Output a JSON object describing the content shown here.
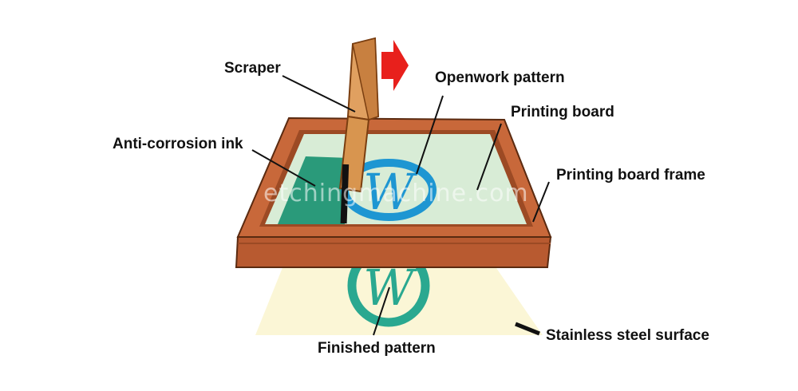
{
  "labels": {
    "scraper": "Scraper",
    "openwork_pattern": "Openwork pattern",
    "printing_board": "Printing board",
    "anti_corrosion_ink": "Anti-corrosion ink",
    "printing_board_frame": "Printing board frame",
    "stainless_steel_surface": "Stainless steel surface",
    "finished_pattern": "Finished pattern"
  },
  "pattern_glyph": "W",
  "watermark": "etchingmachine.com",
  "colors": {
    "frame": "#c8683a",
    "frame_dark": "#9c4a24",
    "board": "#d8ecd6",
    "ink": "#2a9a7a",
    "ring": "#1e96d2",
    "finished": "#2aa890",
    "scraper": "#e0a060",
    "arrow": "#e8201c",
    "surface": "#fbf6d6"
  }
}
